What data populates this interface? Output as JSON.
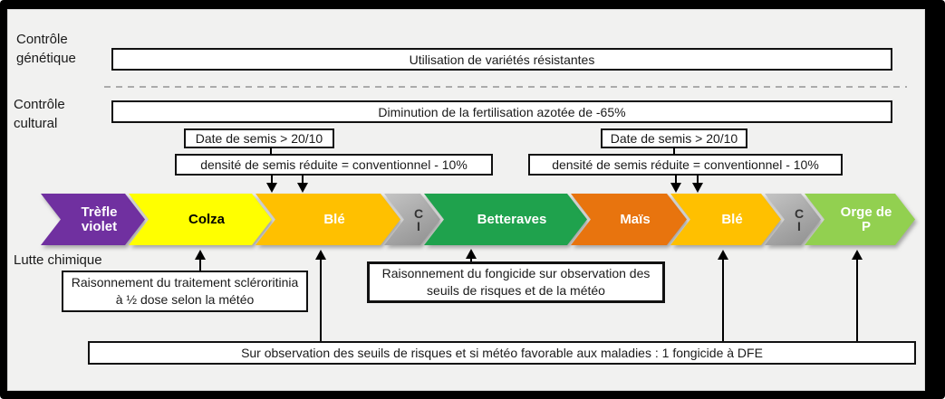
{
  "genetic_control": {
    "label": "Contrôle génétique",
    "bar": "Utilisation de variétés résistantes"
  },
  "cultural_control": {
    "label": "Contrôle cultural",
    "bar": "Diminution de la fertilisation azotée de -65%"
  },
  "sowing_annotations": {
    "left": {
      "date": "Date de semis > 20/10",
      "density": "densité de semis réduite = conventionnel - 10%"
    },
    "right": {
      "date": "Date de semis > 20/10",
      "density": "densité de semis réduite = conventionnel - 10%"
    }
  },
  "crop_rotation": [
    {
      "label": "Trèfle violet",
      "color": "#7030A0",
      "text_color": "#FFFFFF"
    },
    {
      "label": "Colza",
      "color": "#FFFF00",
      "text_color": "#000000"
    },
    {
      "label": "Blé",
      "color": "#FFC000",
      "text_color": "#FFFFFF"
    },
    {
      "label": "C I",
      "color": "#A6A6A6",
      "text_color": "#333333"
    },
    {
      "label": "Betteraves",
      "color": "#1FA24D",
      "text_color": "#FFFFFF"
    },
    {
      "label": "Maïs",
      "color": "#E8740E",
      "text_color": "#FFFFFF"
    },
    {
      "label": "Blé",
      "color": "#FFC000",
      "text_color": "#FFFFFF"
    },
    {
      "label": "C I",
      "color": "#A6A6A6",
      "text_color": "#333333"
    },
    {
      "label": "Orge de P",
      "color": "#92D050",
      "text_color": "#FFFFFF"
    }
  ],
  "chemical_control": {
    "label": "Lutte chimique",
    "sclerotinia_box": "Raisonnement du traitement scléroritinia à ½ dose selon la météo",
    "fungicide_box": "Raisonnement du fongicide sur observation des seuils de risques et de la météo",
    "dfe_box": "Sur observation des seuils de risques et si météo favorable aux maladies : 1 fongicide à DFE"
  }
}
